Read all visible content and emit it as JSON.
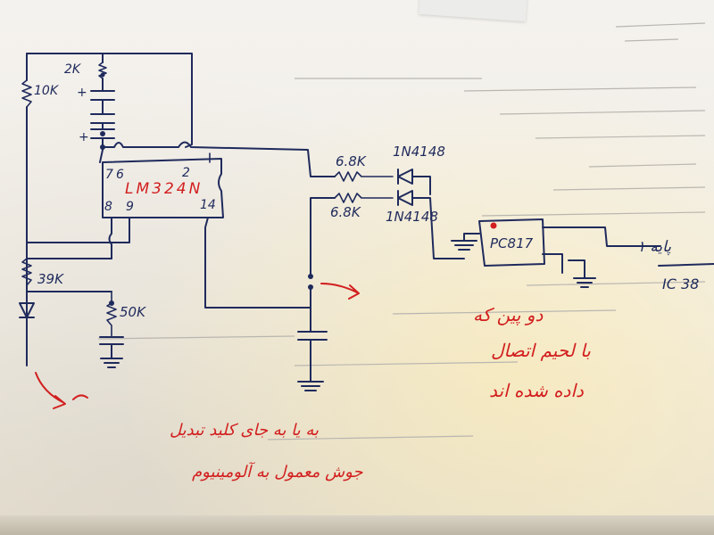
{
  "components": {
    "r_10k": "10K",
    "r_2k": "2K",
    "plus_top": "+",
    "plus_bottom": "+",
    "ic_name": "LM324N",
    "pin_7": "7",
    "pin_6": "6",
    "pin_2": "2",
    "pin_8": "8",
    "pin_9": "9",
    "pin_14": "14",
    "r_6_8k_upper": "6.8K",
    "r_6_8k_lower": "6.8K",
    "diode_upper": "1N4148",
    "diode_lower": "1N4148",
    "opto": "PC817",
    "r_39k": "39K",
    "r_50k": "50K",
    "out_pin_label": "پایه ۱",
    "ic_ref": "IC 38"
  },
  "notes": {
    "right_line1": "دو پین که",
    "right_line2": "با لحیم اتصال",
    "right_line3": "داده شده اند",
    "left_line1": "به یا به جای کلید تبدیل",
    "left_line2": "جوش معمول به آلومینیوم"
  },
  "colors": {
    "ink": "#1f2a5c",
    "red_ink": "#d21f1f",
    "paper": "#f1ede4"
  }
}
